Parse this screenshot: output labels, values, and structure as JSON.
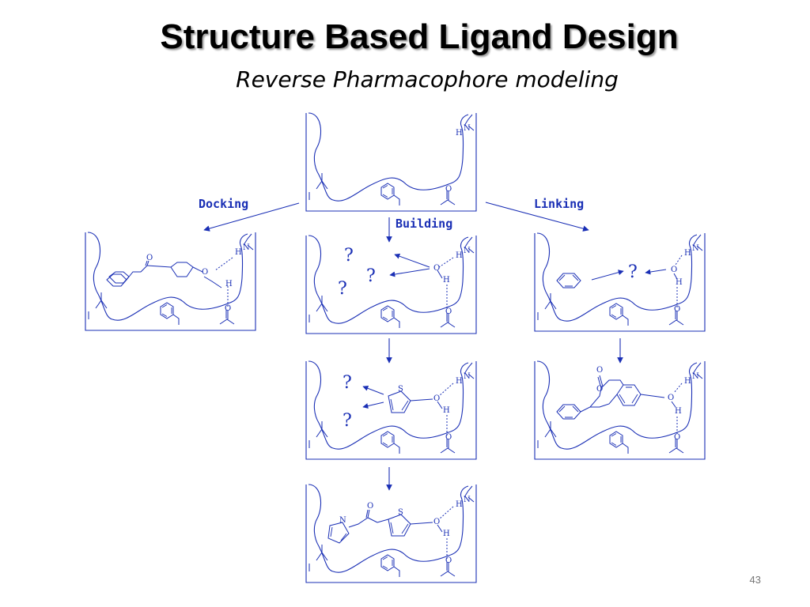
{
  "slide": {
    "title": "Structure Based Ligand Design",
    "subtitle": "Reverse Pharmacophore modeling",
    "page_number": "43"
  },
  "labels": {
    "docking": "Docking",
    "building": "Building",
    "linking": "Linking"
  },
  "atoms": {
    "h": "H",
    "n": "N",
    "o": "O",
    "s": "S",
    "q": "?"
  },
  "colors": {
    "diagram": "#1a2fb5",
    "title_shadow": "#9a9a9a"
  }
}
